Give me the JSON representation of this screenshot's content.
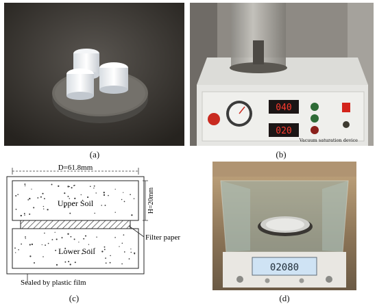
{
  "panels": {
    "a": {
      "caption": "(a)"
    },
    "b": {
      "caption": "(b)",
      "device_label": "Vacuum saturation device",
      "display_top": "040",
      "display_bottom": "020"
    },
    "c": {
      "caption": "(c)",
      "diameter_label": "D=61.8mm",
      "height_label": "H=20mm",
      "upper_label": "Upper Soil",
      "lower_label": "Lower Soil",
      "filter_label": "Filter paper",
      "sealed_label": "Sealed by plastic film"
    },
    "d": {
      "caption": "(d)",
      "display_value": "02080"
    }
  },
  "colors": {
    "lab_bench": "#3e3a36",
    "device_body": "#e6e6e3",
    "led_red": "#ff3b2f",
    "scale_blue": "#cfe3f4"
  }
}
